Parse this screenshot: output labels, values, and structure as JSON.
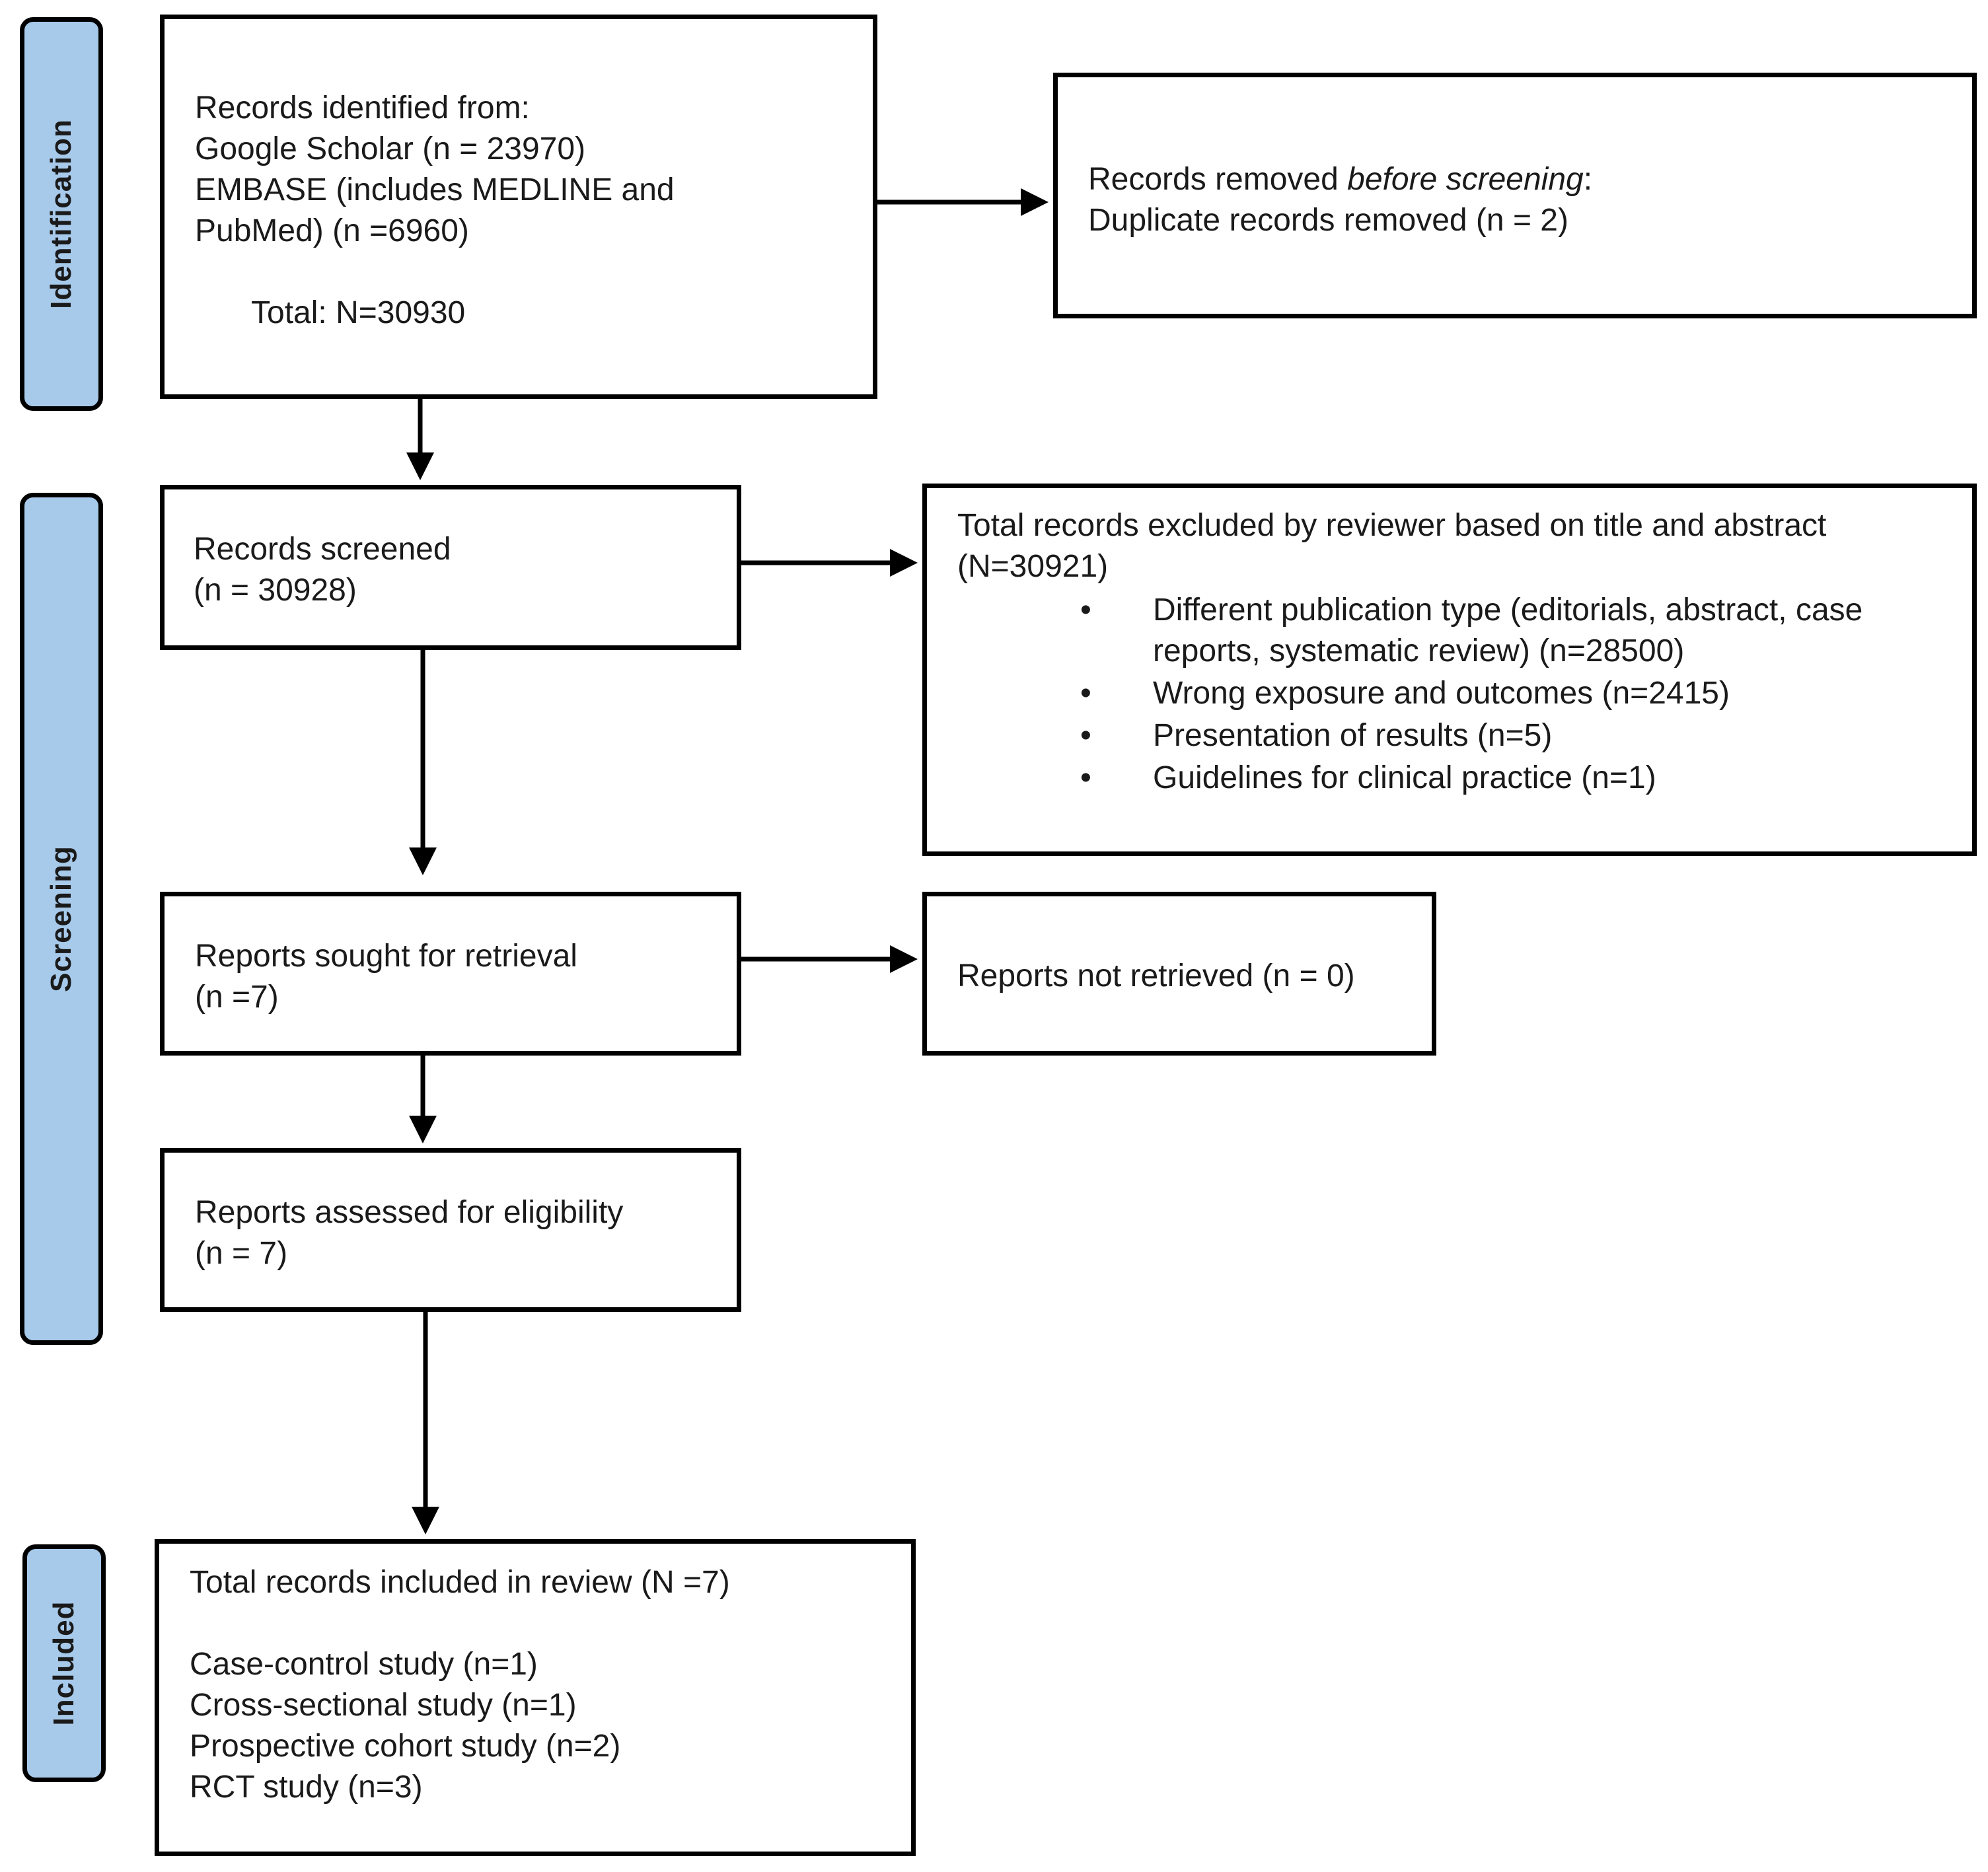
{
  "phases": {
    "identification": "Identification",
    "screening": "Screening",
    "included": "Included"
  },
  "identification_box": {
    "line1": "Records identified from:",
    "line2": "Google Scholar (n = 23970)",
    "line3": "EMBASE (includes MEDLINE and",
    "line4": "PubMed) (n =6960)",
    "total": "Total: N=30930"
  },
  "removed_box": {
    "prefix": "Records removed ",
    "emphasis": "before screening",
    "suffix": ":",
    "line2": "Duplicate records removed (n = 2)"
  },
  "screened_box": {
    "line1": "Records screened",
    "line2": "(n = 30928)"
  },
  "excluded_box": {
    "line1": "Total records excluded by reviewer based on title and abstract",
    "line2": "(N=30921)",
    "reasons": [
      "Different publication type (editorials, abstract, case reports, systematic review) (n=28500)",
      "Wrong exposure and outcomes (n=2415)",
      "Presentation of results (n=5)",
      "Guidelines for clinical practice (n=1)"
    ]
  },
  "sought_box": {
    "line1": "Reports sought for retrieval",
    "line2": "(n =7)"
  },
  "not_retrieved_box": {
    "line1": "Reports not retrieved (n = 0)"
  },
  "assessed_box": {
    "line1": "Reports assessed for eligibility",
    "line2": "(n = 7)"
  },
  "included_box": {
    "line1": "Total records included in review (N =7)",
    "studies": [
      "Case-control study (n=1)",
      "Cross-sectional study (n=1)",
      "Prospective cohort study (n=2)",
      "RCT study (n=3)"
    ]
  }
}
